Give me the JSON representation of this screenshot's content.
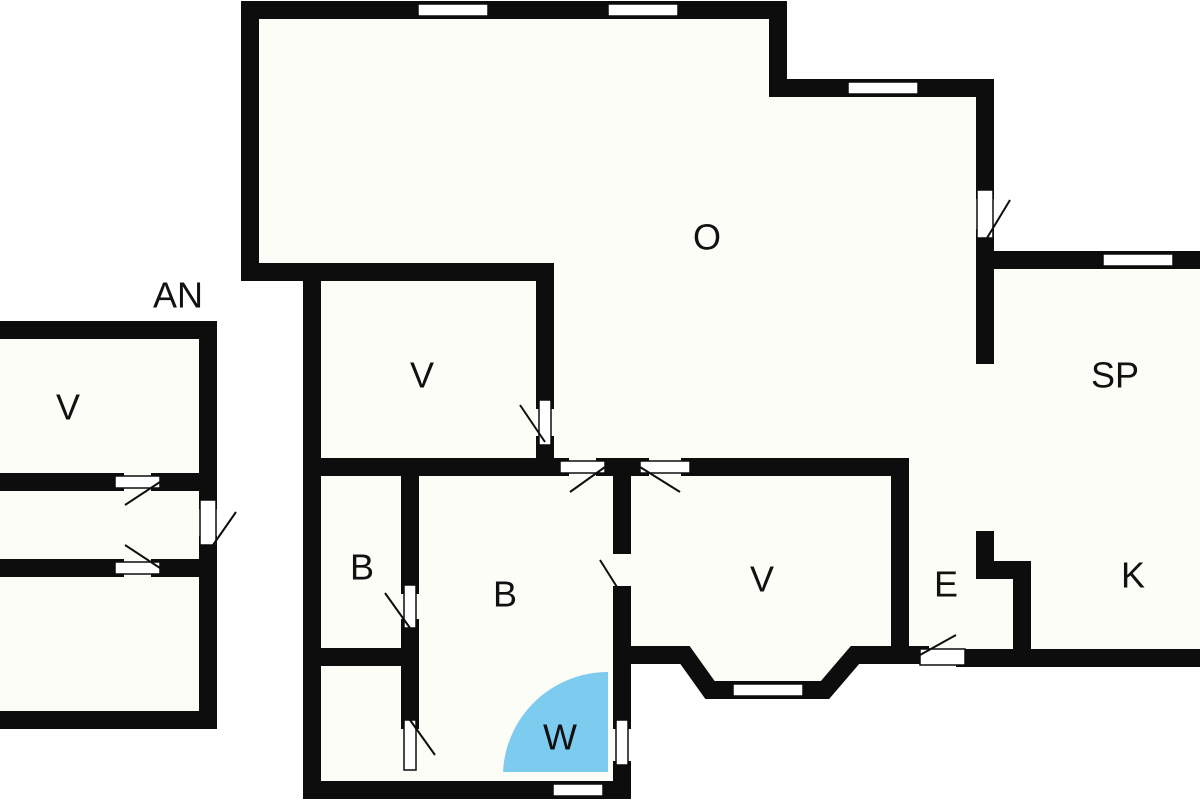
{
  "labels": {
    "annex": "AN",
    "living": "O",
    "room_top": "V",
    "room_annex": "V",
    "room_mid": "V",
    "dining": "SP",
    "kitchen": "K",
    "entry": "E",
    "bath_small": "B",
    "bath": "B",
    "laundry": "W"
  },
  "colors": {
    "wall": "#0d0d0d",
    "floor": "#fdfdf7",
    "laundry_highlight": "#7ecbf0"
  }
}
